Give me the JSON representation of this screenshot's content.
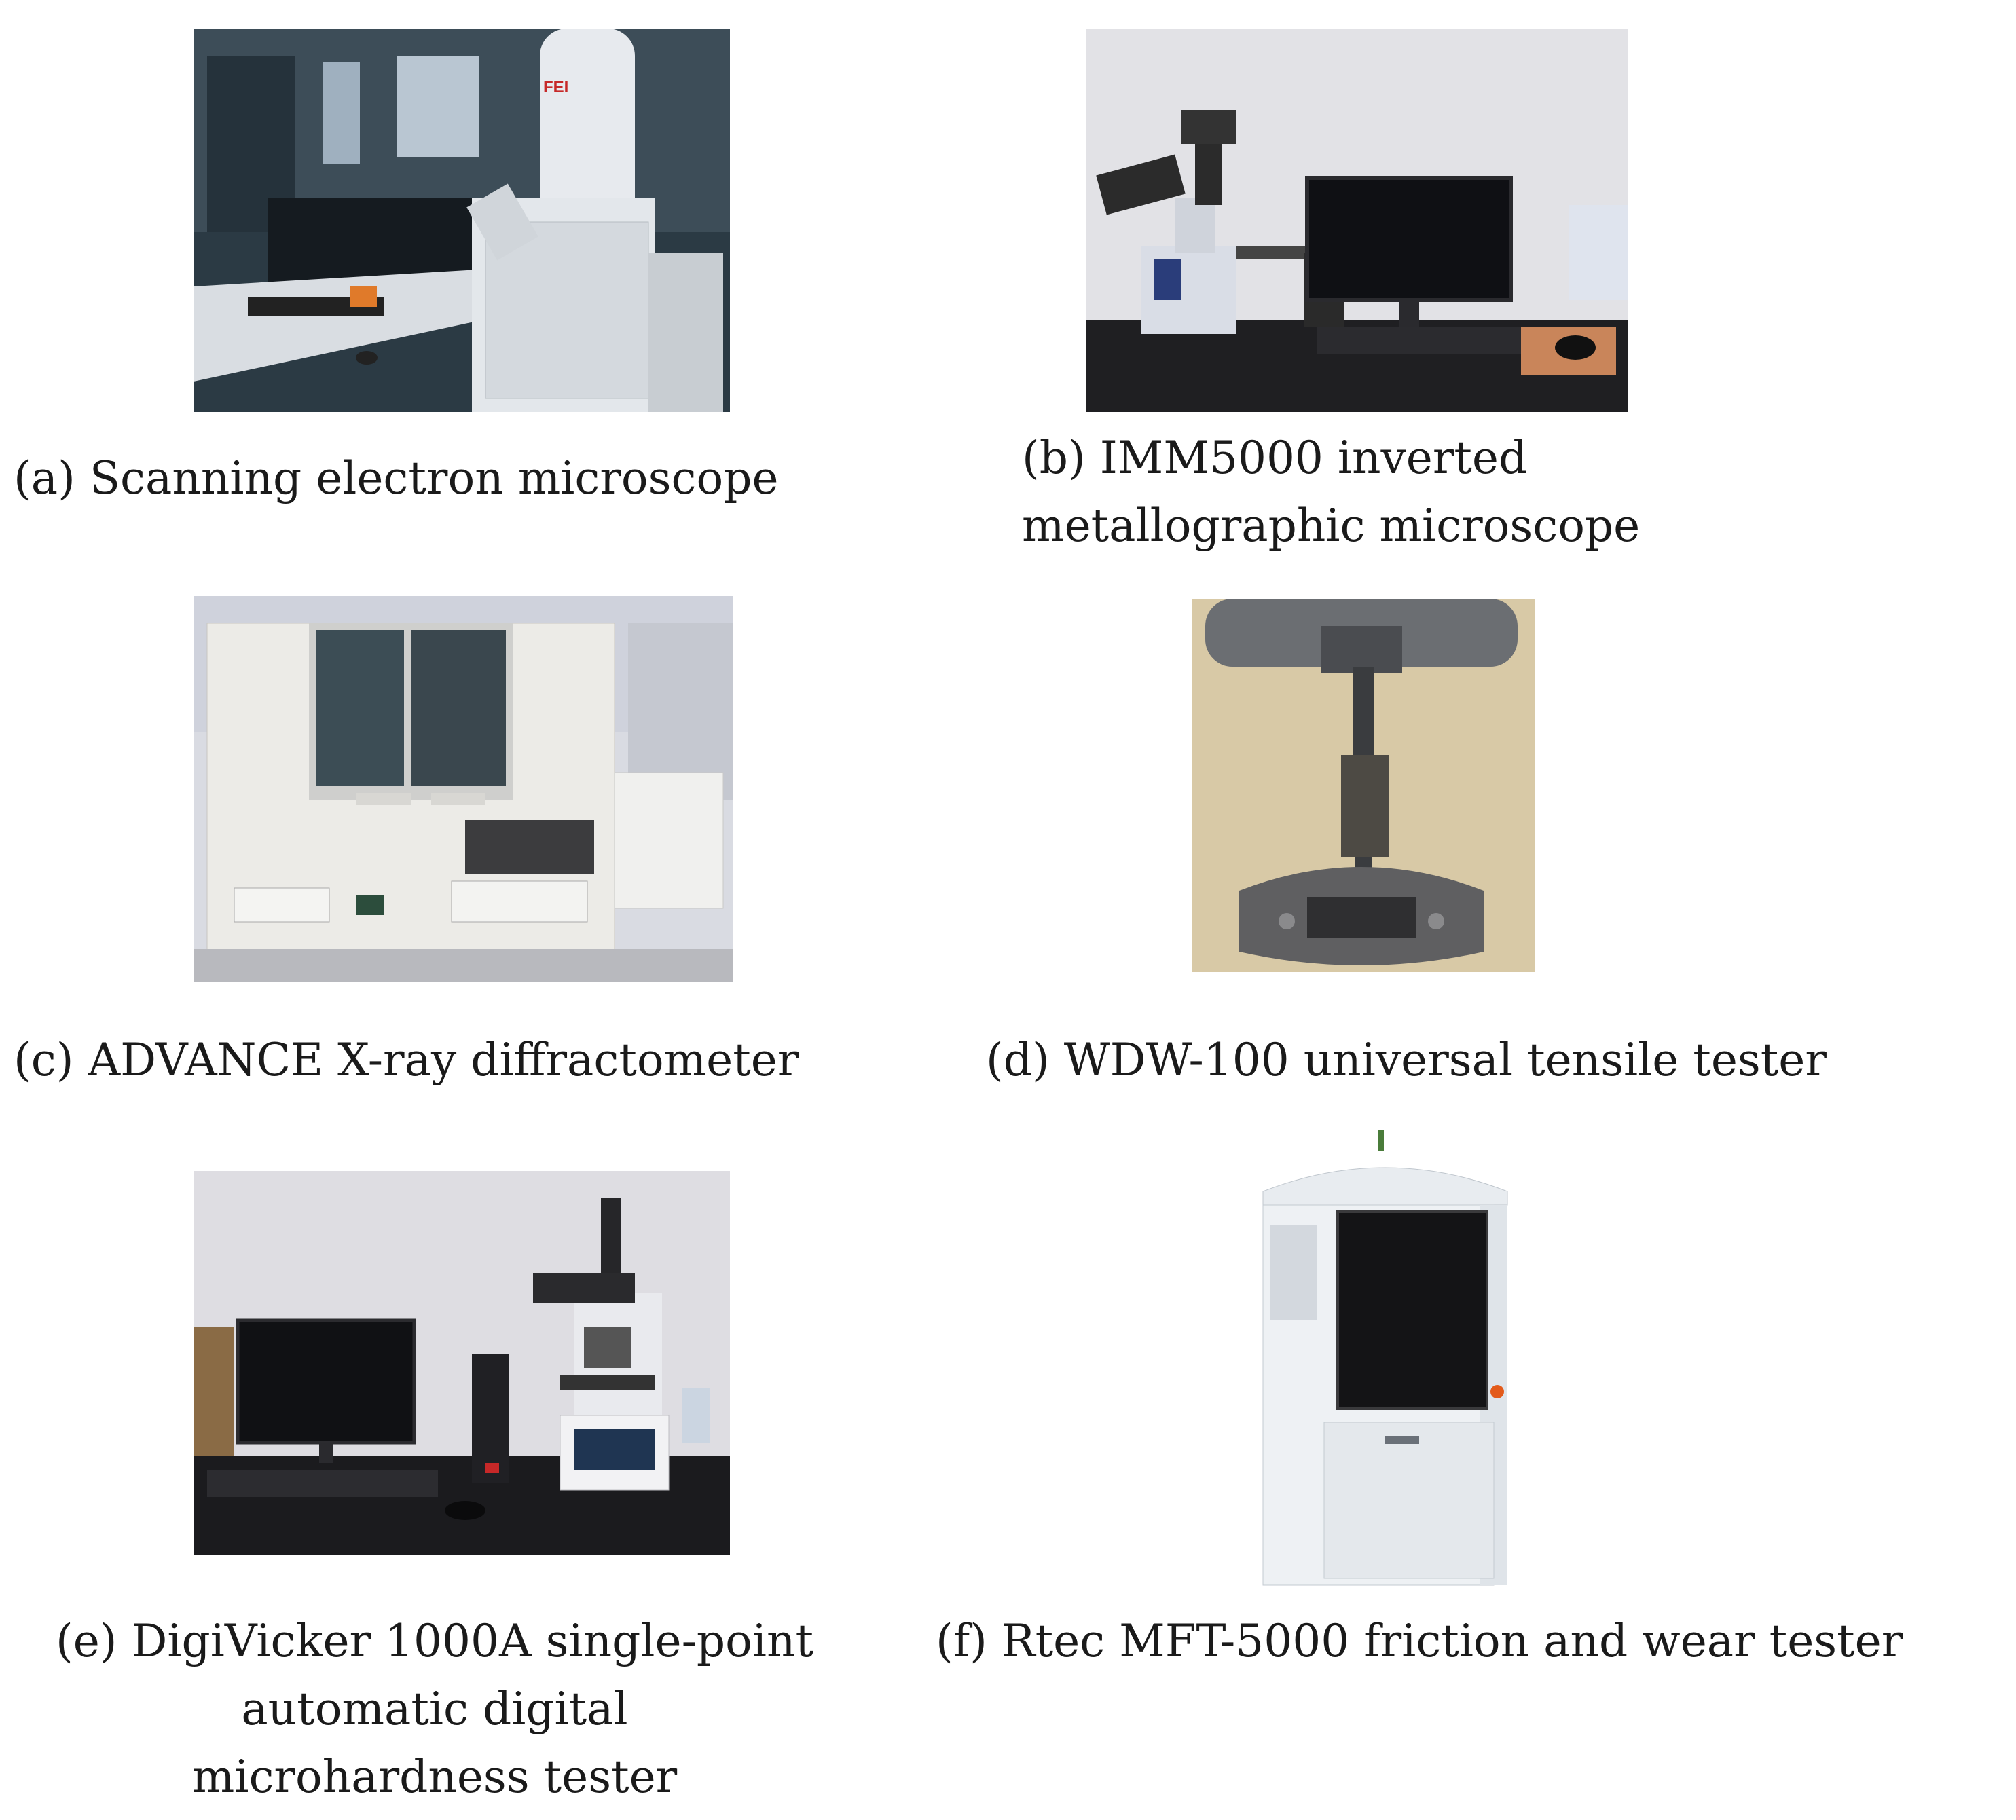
{
  "figure": {
    "panels": [
      {
        "id": "a",
        "caption_lines": [
          "(a) Scanning electron microscope"
        ]
      },
      {
        "id": "b",
        "caption_lines": [
          "(b) IMM5000 inverted",
          "metallographic microscope"
        ]
      },
      {
        "id": "c",
        "caption_lines": [
          "(c) ADVANCE X-ray diffractometer"
        ]
      },
      {
        "id": "d",
        "caption_lines": [
          "(d) WDW-100 universal tensile tester"
        ]
      },
      {
        "id": "e",
        "caption_lines": [
          "(e) DigiVicker 1000A single-point",
          "automatic digital",
          "microhardness tester"
        ]
      },
      {
        "id": "f",
        "caption_lines": [
          "(f) Rtec MFT-5000 friction and wear tester"
        ]
      }
    ],
    "logo_text": {
      "sem": "FEI"
    }
  }
}
